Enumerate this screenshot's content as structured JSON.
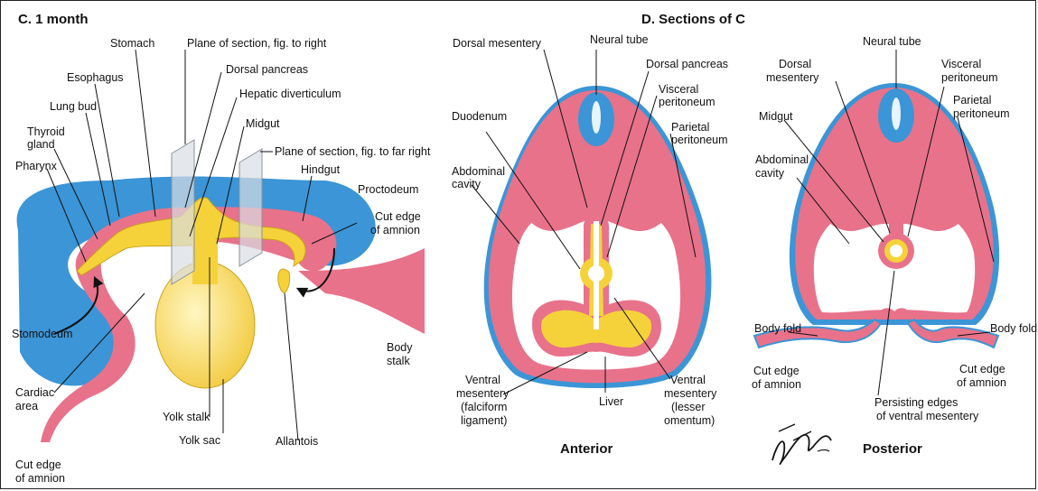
{
  "panel_c": {
    "title": "C. 1 month",
    "labels": {
      "stomach": "Stomach",
      "plane_right": "Plane of section, fig. to right",
      "esophagus": "Esophagus",
      "dorsal_pancreas": "Dorsal pancreas",
      "lung_bud": "Lung bud",
      "hepatic_diverticulum": "Hepatic diverticulum",
      "thyroid_1": "Thyroid",
      "thyroid_2": "gland",
      "midgut": "Midgut",
      "plane_far_right": "Plane of section, fig. to far right",
      "hindgut": "Hindgut",
      "pharynx": "Pharynx",
      "proctodeum": "Proctodeum",
      "cut_edge_1": "Cut edge",
      "cut_edge_2": "of amnion",
      "stomodeum": "Stomodeum",
      "body_stalk_1": "Body",
      "body_stalk_2": "stalk",
      "cardiac_1": "Cardiac",
      "cardiac_2": "area",
      "yolk_stalk": "Yolk stalk",
      "yolk_sac": "Yolk sac",
      "allantois": "Allantois",
      "cut_edge_bl_1": "Cut edge",
      "cut_edge_bl_2": "of amnion"
    }
  },
  "panel_d": {
    "title": "D. Sections of C",
    "anterior": {
      "caption": "Anterior",
      "neural_tube": "Neural tube",
      "dorsal_mesentery": "Dorsal mesentery",
      "dorsal_pancreas": "Dorsal pancreas",
      "visceral_1": "Visceral",
      "visceral_2": "peritoneum",
      "duodenum": "Duodenum",
      "parietal_1": "Parietal",
      "parietal_2": "peritoneum",
      "abdominal_1": "Abdominal",
      "abdominal_2": "cavity",
      "ventral_1": "Ventral",
      "ventral_2": "mesentery",
      "ventral_3": "(falciform",
      "ventral_4": "ligament)",
      "liver": "Liver",
      "ventral_r1": "Ventral",
      "ventral_r2": "mesentery",
      "ventral_r3": "(lesser",
      "ventral_r4": "omentum)"
    },
    "posterior": {
      "caption": "Posterior",
      "neural_tube": "Neural tube",
      "dorsal_1": "Dorsal",
      "dorsal_2": "mesentery",
      "visceral_1": "Visceral",
      "visceral_2": "peritoneum",
      "parietal_1": "Parietal",
      "parietal_2": "peritoneum",
      "midgut": "Midgut",
      "abdominal_1": "Abdominal",
      "abdominal_2": "cavity",
      "body_fold_l": "Body fold",
      "body_fold_r": "Body fold",
      "cut_l1": "Cut edge",
      "cut_l2": "of amnion",
      "cut_r1": "Cut edge",
      "cut_r2": "of amnion",
      "persisting_1": "Persisting edges",
      "persisting_2": "of ventral mesentery"
    }
  },
  "signature": "F. Netter M.D.",
  "colors": {
    "endoderm": "#f5d23a",
    "mesoderm": "#e8728a",
    "ectoderm": "#3b95d6",
    "yolk": "#fbe27a",
    "cavity": "#ffffff"
  }
}
